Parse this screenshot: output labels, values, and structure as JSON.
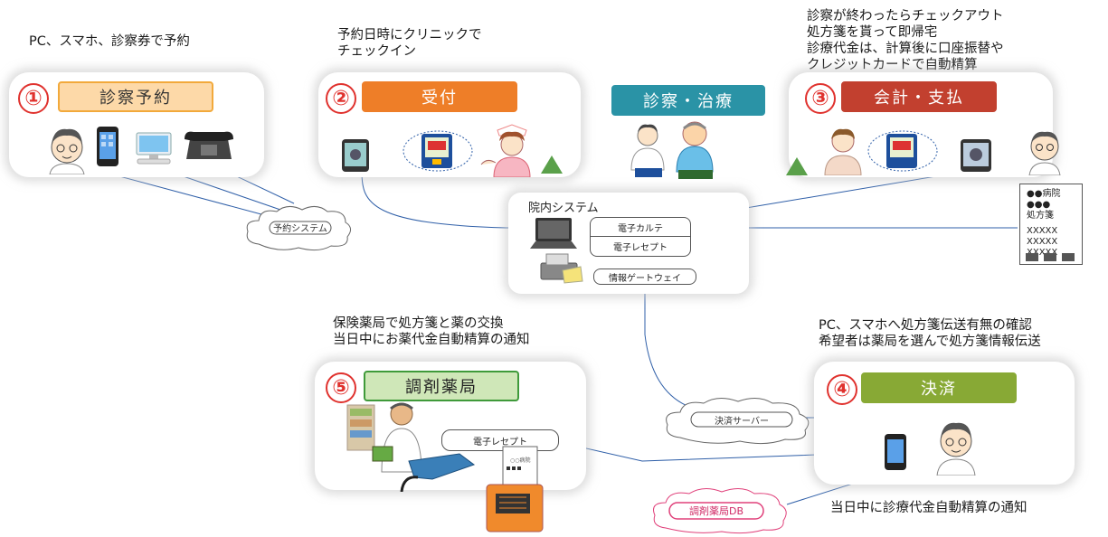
{
  "notes": {
    "reservation": "PC、スマホ、診察券で予約",
    "checkin": "予約日時にクリニックで\nチェックイン",
    "checkout": "診察が終わったらチェックアウト\n処方箋を貰って即帰宅\n診療代金は、計算後に口座振替や\nクレジットカードで自動精算",
    "pharmacy": "保険薬局で処方箋と薬の交換\n当日中にお薬代金自動精算の通知",
    "transmit": "PC、スマホへ処方箋伝送有無の確認\n希望者は薬局を選んで処方箋情報伝送",
    "notify": "当日中に診療代金自動精算の通知"
  },
  "steps": [
    {
      "number": "①",
      "label": "診察予約",
      "color": "#fdd9a8",
      "border": "#f2a93b",
      "text_color": "#333333"
    },
    {
      "number": "②",
      "label": "受付",
      "color": "#ee7e28",
      "border": "#ee7e28",
      "text_color": "#ffffff"
    },
    {
      "number": "",
      "label": "診察・治療",
      "color": "#2a93a6",
      "border": "#2a93a6",
      "text_color": "#ffffff"
    },
    {
      "number": "③",
      "label": "会計・支払",
      "color": "#c2402f",
      "border": "#c2402f",
      "text_color": "#ffffff"
    },
    {
      "number": "④",
      "label": "決済",
      "color": "#88a935",
      "border": "#88a935",
      "text_color": "#ffffff"
    },
    {
      "number": "⑤",
      "label": "調剤薬局",
      "color": "#cfe7b8",
      "border": "#3f9a3a",
      "text_color": "#222222"
    }
  ],
  "systems": {
    "reservation_system": "予約システム",
    "clinic_system": "院内システム",
    "ehr": "電子カルテ",
    "receipt": "電子レセプト",
    "gateway": "情報ゲートウェイ",
    "settlement_server": "決済サーバー",
    "pharmacy_receipt": "電子レセプト",
    "pharmacy_db": "調剤薬局DB"
  },
  "prescription": {
    "hospital": "●●病院",
    "dots": "●●●",
    "title": "処方箋",
    "rows": [
      "XXXXX",
      "XXXXX",
      "XXXXX"
    ],
    "fax_paper": "○○病院"
  }
}
